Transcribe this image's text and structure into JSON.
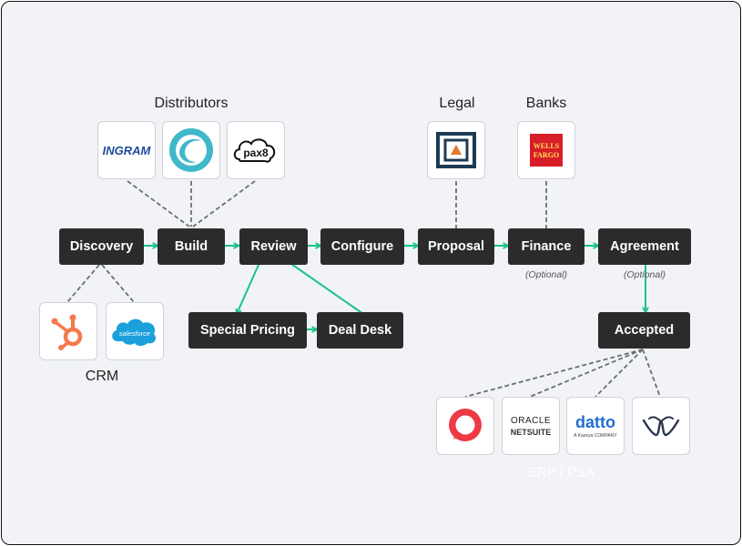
{
  "steps": {
    "discovery": "Discovery",
    "build": "Build",
    "review": "Review",
    "configure": "Configure",
    "proposal": "Proposal",
    "finance": "Finance",
    "agreement": "Agreement",
    "special_pricing": "Special Pricing",
    "deal_desk": "Deal Desk",
    "accepted": "Accepted"
  },
  "groups": {
    "distributors": "Distributors",
    "legal": "Legal",
    "banks": "Banks",
    "crm": "CRM",
    "erp_psa": "ERP / PSA"
  },
  "notes": {
    "finance": "(Optional)",
    "agreement": "(Optional)"
  },
  "logos": {
    "ingram": "INGRAM",
    "pax8": "pax8",
    "wells_fargo": [
      "WELLS",
      "FARGO"
    ],
    "salesforce": "salesforce",
    "oracle": "ORACLE",
    "netsuite": "NETSUITE",
    "datto": "datto",
    "datto_sub": "A Kaseya COMPANY"
  },
  "colors": {
    "flow_arrow": "#19c28a",
    "dashed_link": "#6b6f75",
    "step_fill": "#2b2b2b",
    "hubspot": "#f5794b",
    "salesforce": "#1ba0db",
    "wells_fargo": "#d71e28",
    "datto": "#1f6ed4"
  }
}
